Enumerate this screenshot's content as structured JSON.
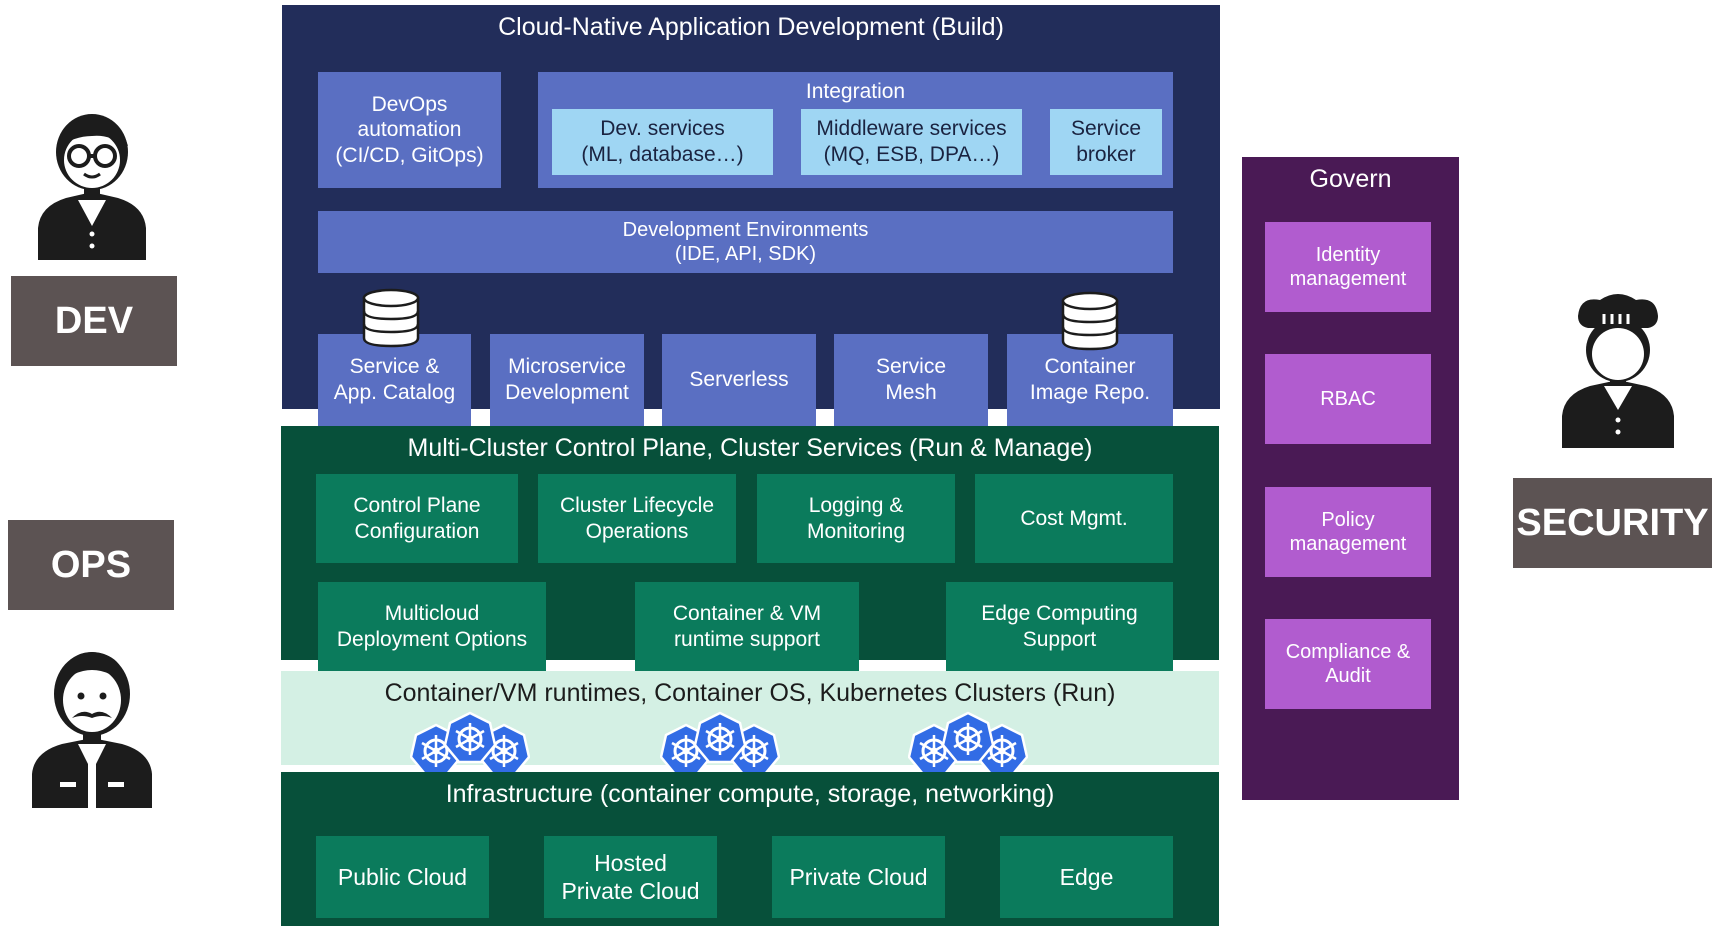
{
  "colors": {
    "build_bg": "#222d5a",
    "build_box": "#5a6fc2",
    "build_light": "#9fd6f3",
    "run_bg": "#07503a",
    "run_box": "#0b7b5c",
    "runtime_bg": "#d4f0e4",
    "govern_bg": "#4a1a55",
    "govern_box": "#b15ccf",
    "role_box": "#5c5353",
    "kubernetes": "#326ce5"
  },
  "roles": {
    "dev": "DEV",
    "ops": "OPS",
    "security": "SECURITY"
  },
  "build": {
    "title": "Cloud-Native Application Development (Build)",
    "devops": [
      "DevOps",
      "automation",
      "(CI/CD, GitOps)"
    ],
    "integration": {
      "title": "Integration",
      "items": [
        [
          "Dev. services",
          "(ML, database…)"
        ],
        [
          "Middleware services",
          "(MQ, ESB, DPA…)"
        ],
        [
          "Service",
          "broker"
        ]
      ]
    },
    "dev_env": [
      "Development Environments",
      "(IDE, API, SDK)"
    ],
    "components": [
      [
        "Service &",
        "App. Catalog"
      ],
      [
        "Microservice",
        "Development"
      ],
      [
        "Serverless"
      ],
      [
        "Service",
        "Mesh"
      ],
      [
        "Container",
        "Image Repo."
      ]
    ]
  },
  "manage": {
    "title": "Multi-Cluster Control Plane, Cluster Services (Run & Manage)",
    "row1": [
      [
        "Control Plane",
        "Configuration"
      ],
      [
        "Cluster Lifecycle",
        "Operations"
      ],
      [
        "Logging &",
        "Monitoring"
      ],
      [
        "Cost Mgmt."
      ]
    ],
    "row2": [
      [
        "Multicloud",
        "Deployment Options"
      ],
      [
        "Container & VM",
        "runtime support"
      ],
      [
        "Edge Computing",
        "Support"
      ]
    ]
  },
  "runtime": {
    "title": "Container/VM runtimes, Container OS, Kubernetes Clusters (Run)"
  },
  "infra": {
    "title": "Infrastructure (container compute, storage, networking)",
    "items": [
      [
        "Public Cloud"
      ],
      [
        "Hosted",
        "Private Cloud"
      ],
      [
        "Private Cloud"
      ],
      [
        "Edge"
      ]
    ]
  },
  "govern": {
    "title": "Govern",
    "items": [
      [
        "Identity",
        "management"
      ],
      [
        "RBAC"
      ],
      [
        "Policy",
        "management"
      ],
      [
        "Compliance &",
        "Audit"
      ]
    ]
  }
}
